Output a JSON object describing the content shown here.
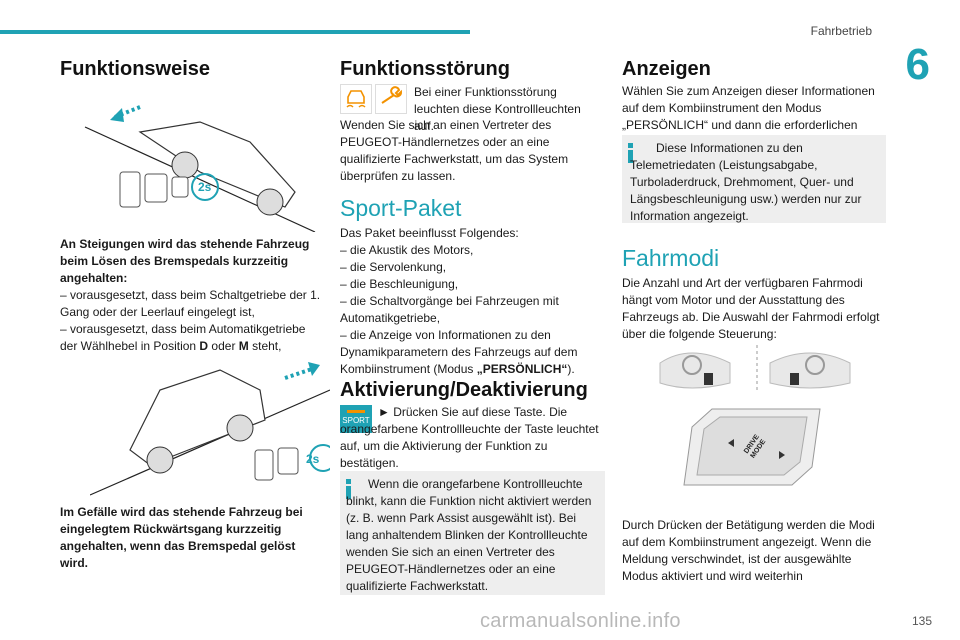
{
  "header": {
    "section": "Fahrbetrieb",
    "chapter": "6",
    "page_number": "135",
    "watermark": "carmanualsonline.info",
    "accent_color": "#1fa2b4"
  },
  "col1": {
    "title": "Funktionsweise",
    "caption1_bold": "An Steigungen wird das stehende Fahrzeug beim Lösen des Bremspedals kurzzeitig angehalten:",
    "caption1_items": [
      "– vorausgesetzt, dass beim Schaltgetriebe der 1. Gang oder der Leerlauf eingelegt ist,",
      "– vorausgesetzt, dass beim Automatikgetriebe der Wählhebel in Position "
    ],
    "pos_D": "D",
    "oder": " oder ",
    "pos_M": "M",
    "steht": " steht,",
    "badge": "2s",
    "caption2": "Im Gefälle wird das stehende Fahrzeug bei eingelegtem Rückwärtsgang kurzzeitig angehalten, wenn das Bremspedal gelöst wird."
  },
  "col2": {
    "title": "Funktionsstörung",
    "fault_text": "Bei einer Funktionsstörung leuchten diese Kontrollleuchten auf.",
    "fault_text2": "Wenden Sie sich an einen Vertreter des PEUGEOT-Händlernetzes oder an eine qualifizierte Fachwerkstatt, um das System überprüfen zu lassen.",
    "sport_title": "Sport-Paket",
    "sport_intro": "Das Paket beeinflusst Folgendes:",
    "sport_items": [
      "– die Akustik des Motors,",
      "– die Servolenkung,",
      "– die Beschleunigung,",
      "– die Schaltvorgänge bei Fahrzeugen mit Automatikgetriebe,",
      "– die Anzeige von Informationen zu den Dynamikparametern des Fahrzeugs auf dem Kombiinstrument (Modus "
    ],
    "modus_bold": "„PERSÖNLICH“",
    "modus_end": ").",
    "act_title": "Aktivierung/Deaktivierung",
    "sport_button": "SPORT",
    "act_text": "► Drücken Sie auf diese Taste. Die orangefarbene Kontrollleuchte der Taste leuchtet auf, um die Aktivierung der Funktion zu bestätigen.",
    "info_text": "Wenn die orangefarbene Kontrollleuchte blinkt, kann die Funktion nicht aktiviert werden (z. B. wenn Park Assist ausgewählt ist). Bei lang anhaltendem Blinken der Kontrollleuchte wenden Sie sich an einen Vertreter des PEUGEOT-Händlernetzes oder an eine qualifizierte Fachwerkstatt."
  },
  "col3": {
    "title": "Anzeigen",
    "intro": "Wählen Sie zum Anzeigen dieser Informationen auf dem Kombiinstrument den Modus „PERSÖNLICH“ und dann die erforderlichen Informationen.",
    "info_text": "Diese Informationen zu den Telemetriedaten (Leistungsabgabe, Turboladerdruck, Drehmoment, Quer- und Längsbeschleunigung usw.) werden nur zur Information angezeigt.",
    "fahrmodi_title": "Fahrmodi",
    "fahrmodi_text": "Die Anzahl und Art der verfügbaren Fahrmodi hängt vom Motor und der Ausstattung des Fahrzeugs ab. Die Auswahl der Fahrmodi erfolgt über die folgende Steuerung:",
    "drive_mode_label": "DRIVE MODE",
    "bottom_text": "Durch Drücken der Betätigung werden die Modi auf dem Kombiinstrument angezeigt. Wenn die Meldung verschwindet, ist der ausgewählte Modus aktiviert und wird weiterhin"
  }
}
